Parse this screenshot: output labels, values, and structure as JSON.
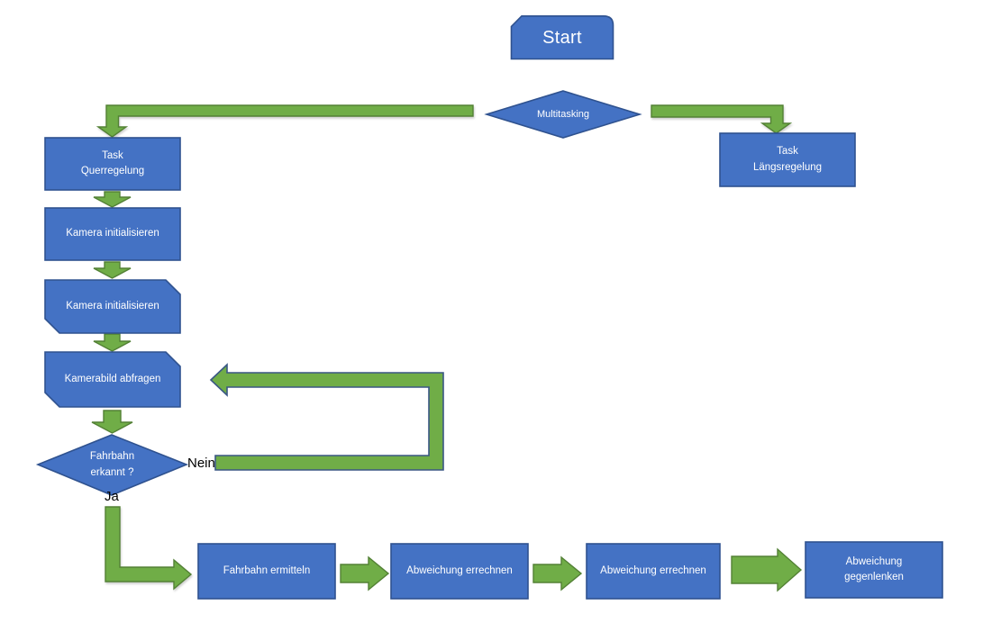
{
  "diagram": {
    "type": "flowchart",
    "colors": {
      "canvas_bg": "#FFFFFF",
      "node_fill": "#4472C4",
      "node_border": "#2F528F",
      "node_text": "#FFFFFF",
      "arrow_fill": "#70AD47",
      "arrow_border": "#538135",
      "loop_arrow_border": "#3A5784",
      "edge_label_text": "#000000"
    },
    "nodes": {
      "start": {
        "label": "Start",
        "shape": "snip-round-rect"
      },
      "multitasking": {
        "label": "Multitasking",
        "shape": "diamond"
      },
      "task_querregelung": {
        "label": "Task\nQuerregelung",
        "shape": "rect"
      },
      "task_laengsregelung": {
        "label": "Task\nLängsregelung",
        "shape": "rect"
      },
      "kamera_initialisieren_1": {
        "label": "Kamera initialisieren",
        "shape": "rect"
      },
      "kamera_initialisieren_2": {
        "label": "Kamera initialisieren",
        "shape": "snip-diagonal-rect"
      },
      "kamerabild_abfragen": {
        "label": "Kamerabild abfragen",
        "shape": "snip-diagonal-rect"
      },
      "fahrbahn_erkannt": {
        "label": "Fahrbahn\nerkannt ?",
        "shape": "diamond"
      },
      "fahrbahn_ermitteln": {
        "label": "Fahrbahn ermitteln",
        "shape": "rect"
      },
      "abweichung_errechnen_1": {
        "label": "Abweichung errechnen",
        "shape": "rect"
      },
      "abweichung_errechnen_2": {
        "label": "Abweichung errechnen",
        "shape": "rect"
      },
      "abweichung_gegenlenken": {
        "label": "Abweichung\ngegenlenken",
        "shape": "rect"
      }
    },
    "edge_labels": {
      "nein": {
        "label": "Nein"
      },
      "ja": {
        "label": "Ja"
      }
    },
    "connections": [
      {
        "from": "Multitasking",
        "to": "Task Querregelung",
        "label": ""
      },
      {
        "from": "Multitasking",
        "to": "Task Längsregelung",
        "label": ""
      },
      {
        "from": "Task Querregelung",
        "to": "Kamera initialisieren",
        "label": ""
      },
      {
        "from": "Kamera initialisieren",
        "to": "Kamera initialisieren",
        "label": ""
      },
      {
        "from": "Kamera initialisieren",
        "to": "Kamerabild abfragen",
        "label": ""
      },
      {
        "from": "Kamerabild abfragen",
        "to": "Fahrbahn erkannt ?",
        "label": ""
      },
      {
        "from": "Fahrbahn erkannt ?",
        "to": "Kamerabild abfragen",
        "label": "Nein"
      },
      {
        "from": "Fahrbahn erkannt ?",
        "to": "Fahrbahn ermitteln",
        "label": "Ja"
      },
      {
        "from": "Fahrbahn ermitteln",
        "to": "Abweichung errechnen",
        "label": ""
      },
      {
        "from": "Abweichung errechnen",
        "to": "Abweichung errechnen",
        "label": ""
      },
      {
        "from": "Abweichung errechnen",
        "to": "Abweichung gegenlenken",
        "label": ""
      }
    ]
  }
}
